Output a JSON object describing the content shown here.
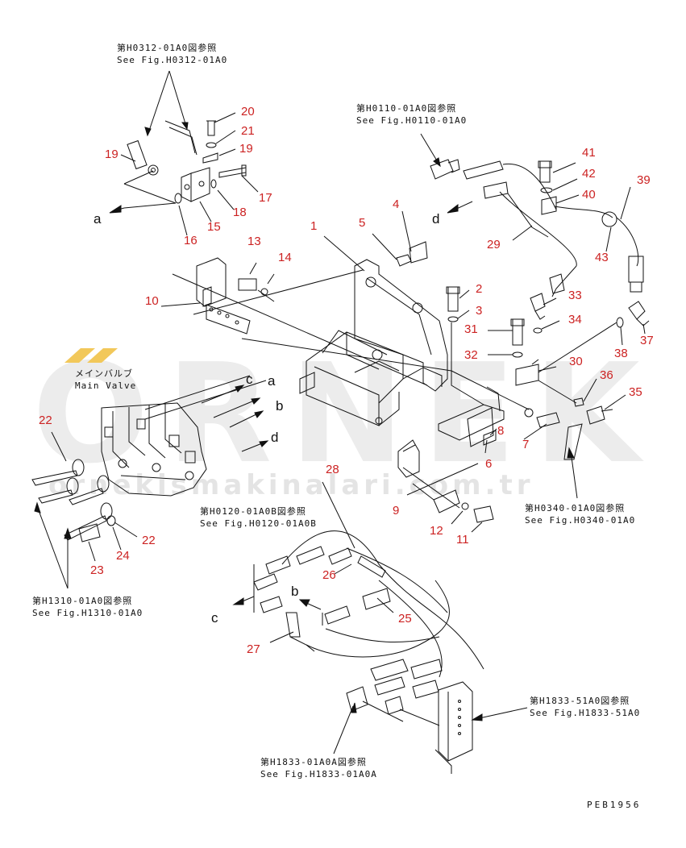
{
  "watermark": {
    "brand": "ORNEK",
    "url": "ornekismakinalari.com.tr",
    "accent": "#f2c85a"
  },
  "refs": [
    {
      "id": "h0312",
      "jp": "第H0312-01A0図参照",
      "en": "See Fig.H0312-01A0"
    },
    {
      "id": "h0110",
      "jp": "第H0110-01A0図参照",
      "en": "See Fig.H0110-01A0"
    },
    {
      "id": "main-valve",
      "jp": "メインバルブ",
      "en": "Main Valve"
    },
    {
      "id": "h0120",
      "jp": "第H0120-01A0B図参照",
      "en": "See Fig.H0120-01A0B"
    },
    {
      "id": "h0340",
      "jp": "第H0340-01A0図参照",
      "en": "See Fig.H0340-01A0"
    },
    {
      "id": "h1310",
      "jp": "第H1310-01A0図参照",
      "en": "See Fig.H1310-01A0"
    },
    {
      "id": "h1833-51",
      "jp": "第H1833-51A0図参照",
      "en": "See Fig.H1833-51A0"
    },
    {
      "id": "h1833-01",
      "jp": "第H1833-01A0A図参照",
      "en": "See Fig.H1833-01A0A"
    }
  ],
  "part_numbers": [
    "1",
    "2",
    "3",
    "4",
    "5",
    "6",
    "7",
    "8",
    "9",
    "10",
    "11",
    "12",
    "13",
    "14",
    "15",
    "16",
    "17",
    "18",
    "19",
    "19",
    "20",
    "21",
    "22",
    "22",
    "23",
    "24",
    "25",
    "26",
    "27",
    "28",
    "29",
    "30",
    "31",
    "32",
    "33",
    "34",
    "35",
    "36",
    "37",
    "38",
    "39",
    "40",
    "41",
    "42",
    "43"
  ],
  "letters": [
    "a",
    "a",
    "b",
    "b",
    "c",
    "c",
    "d",
    "d"
  ],
  "drawing_code": "PEB1956",
  "colors": {
    "line": "#111111",
    "part_label": "#cc2222",
    "watermark": "#ececec"
  }
}
